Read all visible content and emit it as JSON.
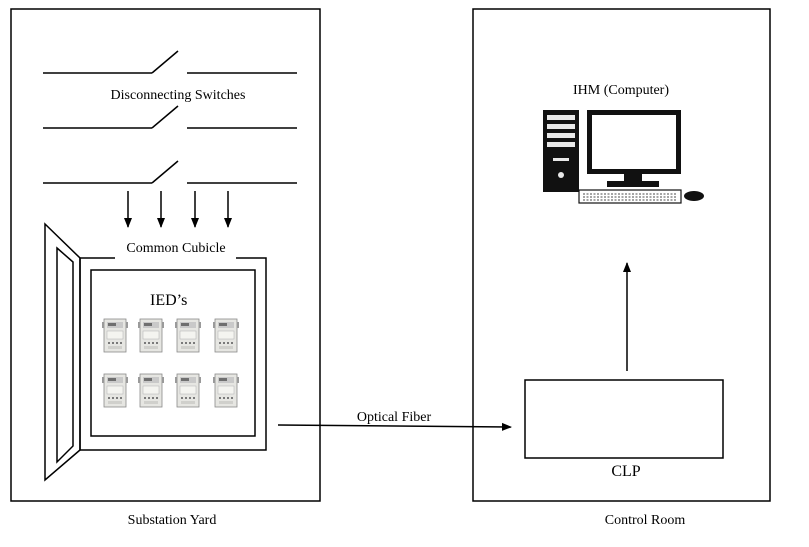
{
  "labels": {
    "disconnecting_switches": "Disconnecting Switches",
    "common_cubicle": "Common Cubicle",
    "ieds": "IED’s",
    "optical_fiber": "Optical Fiber",
    "ihm": "IHM (Computer)",
    "clp": "CLP",
    "substation_yard": "Substation Yard",
    "control_room": "Control Room"
  },
  "ied_count": 8,
  "ied_rows": 2,
  "ied_cols": 4,
  "switch_count": 3,
  "down_arrow_count": 4,
  "colors": {
    "line": "#000000",
    "background": "#ffffff",
    "ied_body": "#e8e8e4"
  }
}
